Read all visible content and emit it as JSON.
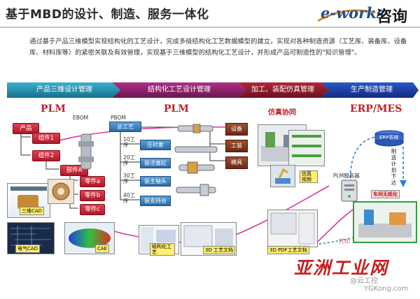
{
  "header": {
    "title": "基于MBD的设计、制造、服务一体化",
    "logo_brand": "e-works",
    "logo_suffix": "咨询"
  },
  "description": "通过基于产品三维模型实现结构化的工艺设计，完成多级结构化工艺数据模型的建立，实现对各种制造资源（工艺库、装备库、设备库、材料库等）的紧密关联及有效管理，实现基于三维模型的结构化工艺设计，并形成产品可制造性的\"知识管理\"。",
  "process_bar": {
    "stages": [
      {
        "label": "产品三维设计管理",
        "color": "#1f8fb0"
      },
      {
        "label": "结构化工艺设计管理",
        "color": "#8a1f6a"
      },
      {
        "label": "加工、装配仿真管理",
        "color": "#8a1a2a"
      },
      {
        "label": "生产制造管理",
        "color": "#1a3a9a"
      }
    ]
  },
  "section_headers": {
    "plm_left": "PLM",
    "plm_mid": "PLM",
    "sim": "仿真协同",
    "erp": "ERP/MES"
  },
  "product_tree": {
    "root": "产品",
    "comp1": "组件1",
    "comp2": "组件2",
    "partA": "部件A",
    "parts": [
      "零件a",
      "零件b",
      "零件c"
    ],
    "ebom": "EBOM",
    "pbom": "PBOM"
  },
  "process_tree": {
    "main": "总工艺",
    "steps": [
      {
        "num": "10工序",
        "name": "压衬套"
      },
      {
        "num": "20工序",
        "name": "装活塞缸"
      },
      {
        "num": "30工序",
        "name": "装主轴头"
      },
      {
        "num": "40工序",
        "name": "装支持台"
      }
    ],
    "resources": [
      "设备",
      "工装",
      "模具"
    ]
  },
  "thumbnails": {
    "cad3d": "三维CAD",
    "ecad": "电气CAD",
    "cae": "CAE",
    "struct_proc": "结构化工艺",
    "proc3d": "3D 工艺文档",
    "pdf3d": "3D PDF工艺文档",
    "sim_label": "仿真视频",
    "plm_server": "PLM服务器",
    "erp_sys": "ERP系统",
    "workshop": "车间无纸化",
    "print": "打印",
    "plan_vertical": "制造计划下达"
  },
  "watermark": {
    "cn": "亚洲工业网",
    "at": "@云工控",
    "url": "YGKong.com"
  }
}
